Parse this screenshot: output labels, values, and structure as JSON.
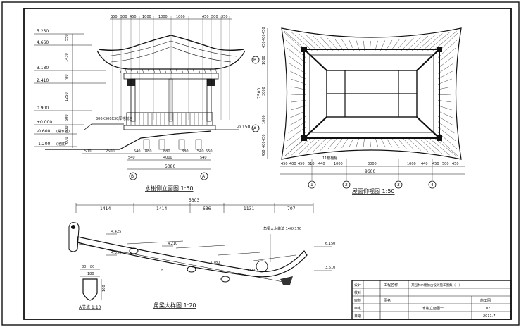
{
  "titles": {
    "elevation": "水榭侧立面图 1:50",
    "ceiling": "屋面仰视图 1:50",
    "corner_beam": "角梁大样图 1:20",
    "detail": "A节点 1:10"
  },
  "elevation": {
    "levels_left": [
      "5.250",
      "4.660",
      "3.180",
      "2.410",
      "0.900",
      "±0.000",
      "-0.600",
      "-1.200"
    ],
    "level_notes": [
      "(常水位)",
      "(池底)"
    ],
    "level_right": "-0.150",
    "top_dims": [
      "350",
      "500",
      "450",
      "1000",
      "1000",
      "1000",
      "450",
      "500",
      "350"
    ],
    "vertical_dims": [
      "550",
      "1430",
      "780",
      "1250",
      "600",
      "600",
      "600"
    ],
    "bottom_dims": [
      "500",
      "2500",
      "540",
      "880",
      "880",
      "880",
      "540",
      "550"
    ],
    "sub_dims": [
      "540",
      "4000",
      "540"
    ],
    "total_dim": "5080",
    "axes": [
      "B",
      "A"
    ],
    "note": "300X300X30厚花岗岩"
  },
  "ceiling": {
    "side_dims": [
      "450",
      "400",
      "450",
      "1000",
      "3000",
      "1000",
      "450",
      "400",
      "450"
    ],
    "side_total": "7500",
    "top_dims": [
      "450",
      "400",
      "450",
      "610",
      "440",
      "1000",
      "3000",
      "1000",
      "440",
      "450",
      "500",
      "450"
    ],
    "total": "9600",
    "axes_rows": [
      "B",
      "A"
    ],
    "axes_cols": [
      "1",
      "2",
      "3",
      "4"
    ],
    "note": "11根檐椽"
  },
  "corner": {
    "total": "5303",
    "segments": [
      "1414",
      "1414",
      "636",
      "1131",
      "707"
    ],
    "levels": [
      "4.425",
      "4.390",
      "4.210",
      "3.780",
      "3.560",
      "6.150",
      "3.610"
    ],
    "note": "角梁大木做法 140X170",
    "marker": "a"
  },
  "detail": {
    "dims": [
      "80",
      "80",
      "180",
      "160"
    ]
  },
  "title_block": {
    "rows": [
      [
        "设计",
        "",
        "工程名称",
        "某园林水榭仿古设计施工图集（一）"
      ],
      [
        "校对",
        "",
        "",
        ""
      ],
      [
        "审核",
        "",
        "图名",
        "施工图"
      ],
      [
        "审定",
        "",
        "水榭立面图一",
        "07"
      ],
      [
        "日期",
        "",
        "",
        "2011.7"
      ]
    ]
  }
}
